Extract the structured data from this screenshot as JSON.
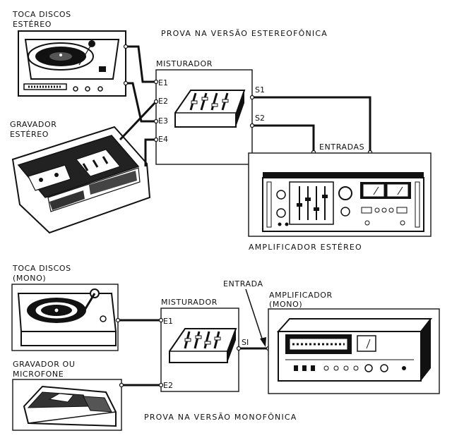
{
  "top": {
    "title": "PROVA NA VERSÃO ESTEREOFÔNICA",
    "turntable_label": [
      "TOCA  DISCOS",
      "ESTÉREO"
    ],
    "recorder_label": [
      "GRAVADOR",
      "ESTÉREO"
    ],
    "mixer_label": "MISTURADOR",
    "mixer_inputs": [
      "E1",
      "E2",
      "E3",
      "E4"
    ],
    "mixer_outputs": [
      "S1",
      "S2"
    ],
    "amp_inputs_label": "ENTRADAS",
    "amp_label": "AMPLIFICADOR   ESTÉREO"
  },
  "bottom": {
    "title": "PROVA  NA  VERSÃO  MONOFÔNICA",
    "turntable_label": [
      "TOCA  DISCOS",
      "(MONO)"
    ],
    "source2_label": [
      "GRAVADOR   OU",
      "MICROFONE"
    ],
    "mixer_label": "MISTURADOR",
    "mixer_inputs": [
      "E1",
      "E2"
    ],
    "mixer_output": "SI",
    "amp_input_label": "ENTRADA",
    "amp_label": [
      "AMPLIFICADOR",
      "(MONO)"
    ]
  }
}
